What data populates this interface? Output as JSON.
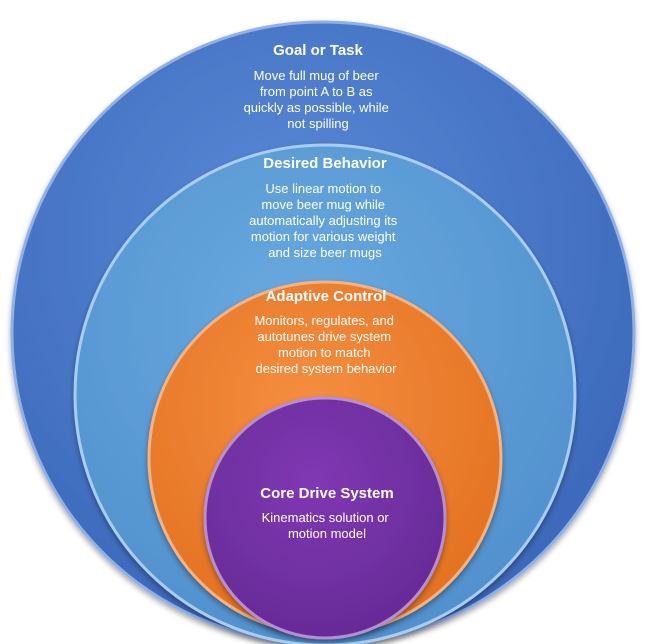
{
  "layers": [
    {
      "id": "goal",
      "title": "Goal or Task",
      "description": [
        "Move full mug of beer",
        "from point A to B as",
        "quickly as possible, while",
        "not spilling"
      ],
      "color": "#4472C4"
    },
    {
      "id": "behavior",
      "title": "Desired Behavior",
      "description": [
        "Use linear motion to",
        "move beer mug while",
        "automatically adjusting its",
        "motion for various weight",
        "and size beer mugs"
      ],
      "color": "#5B9BD5"
    },
    {
      "id": "adaptive",
      "title": "Adaptive Control",
      "description": [
        "Monitors, regulates, and",
        "autotunes drive system",
        "motion to match",
        "desired system behavior"
      ],
      "color": "#ED7D31"
    },
    {
      "id": "core",
      "title": "Core Drive System",
      "description": [
        "Kinematics solution or",
        "motion model"
      ],
      "color": "#7030A0"
    }
  ]
}
